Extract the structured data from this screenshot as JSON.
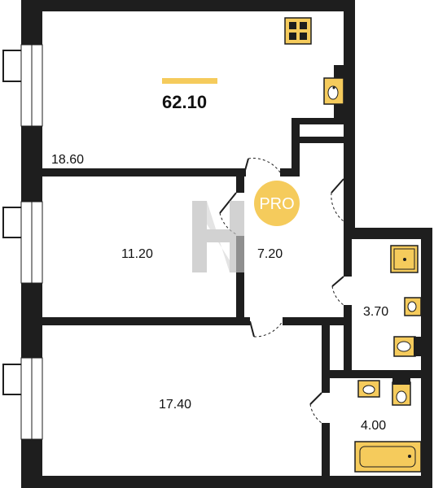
{
  "plan": {
    "total_area": "62.10",
    "rooms": [
      {
        "id": "living",
        "area": "18.60"
      },
      {
        "id": "bedroom",
        "area": "11.20"
      },
      {
        "id": "hall",
        "area": "7.20"
      },
      {
        "id": "toilet",
        "area": "3.70"
      },
      {
        "id": "bedroom-large",
        "area": "17.40"
      },
      {
        "id": "bathroom",
        "area": "4.00"
      }
    ],
    "badge": "PRO",
    "colors": {
      "wall": "#1e1e1e",
      "accent": "#f5cb5c",
      "fixture": "#f5cb5c",
      "badge": "#f5cb5c",
      "watermark": "#bfbfbf"
    }
  }
}
